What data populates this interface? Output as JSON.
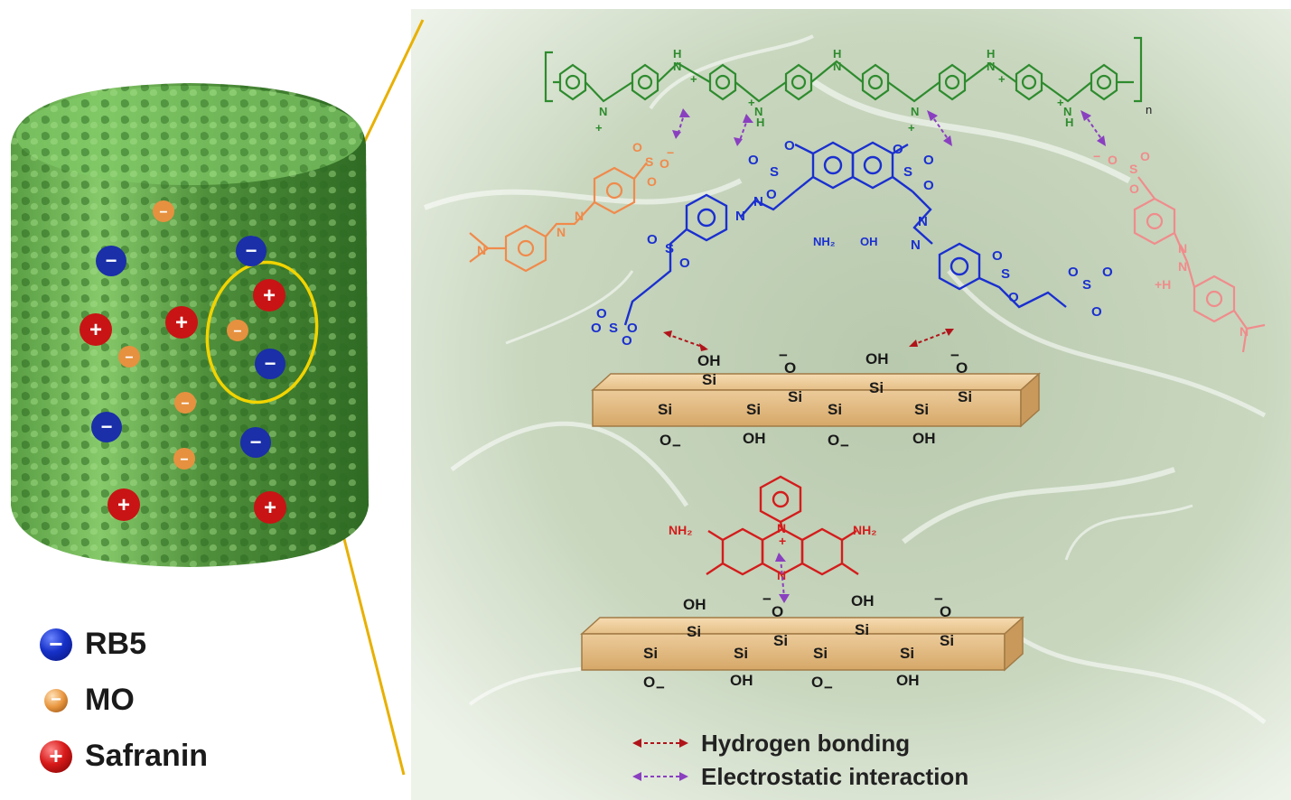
{
  "legend": {
    "items": [
      {
        "label": "RB5",
        "sign": "−",
        "color": "#1a30c0"
      },
      {
        "label": "MO",
        "sign": "−",
        "color": "#e08a3a"
      },
      {
        "label": "Safranin",
        "sign": "+",
        "color": "#d01818"
      }
    ]
  },
  "interaction_key": {
    "hydrogen": {
      "label": "Hydrogen bonding",
      "color": "#b0141a"
    },
    "electrostatic": {
      "label": "Electrostatic interaction",
      "color": "#8a3fc0"
    }
  },
  "silica": {
    "oh": "OH",
    "si": "Si",
    "o": "O",
    "minus": "−"
  },
  "chem_labels": {
    "nh2": "NH₂",
    "nh2_r": "NH₂",
    "oh": "OH",
    "n": "N",
    "h": "H",
    "subscript_n": "n",
    "plus_h": "+H"
  },
  "colors": {
    "pani": "#2e8b2e",
    "rb5": "#1a2fd0",
    "mo": "#f08a4b",
    "mo_protonated": "#f08c8c",
    "safranin": "#d41c1c",
    "silica_rod": "#e8c896",
    "zoom_line": "#e8b000"
  }
}
